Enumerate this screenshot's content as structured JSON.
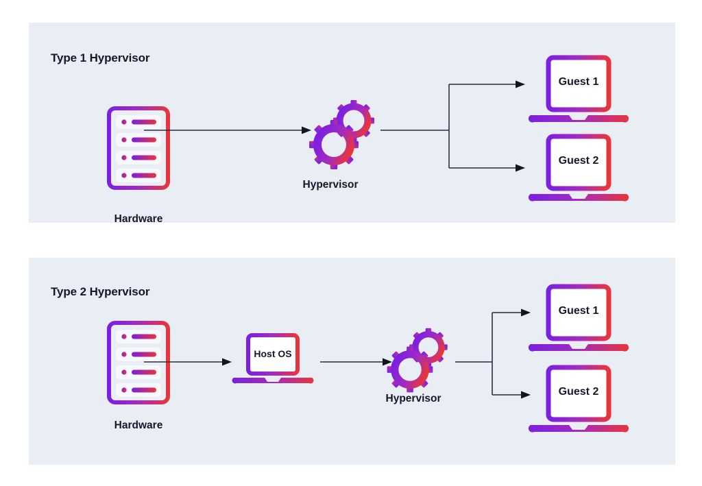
{
  "page": {
    "background": "#ffffff",
    "panel_background": "#e9edf4",
    "text_color": "#15172b",
    "connector_color": "#2b2d42",
    "gradient_start": "#7b1fe0",
    "gradient_mid": "#a32bbf",
    "gradient_end": "#e8353c"
  },
  "sections": [
    {
      "id": "type1",
      "title": "Type 1 Hypervisor",
      "nodes": {
        "hardware": {
          "icon": "server-icon",
          "label": "Hardware"
        },
        "hypervisor": {
          "icon": "gears-icon",
          "label": "Hypervisor"
        },
        "guests": [
          {
            "icon": "laptop-icon",
            "label": "Guest 1"
          },
          {
            "icon": "laptop-icon",
            "label": "Guest 2"
          }
        ]
      }
    },
    {
      "id": "type2",
      "title": "Type 2 Hypervisor",
      "nodes": {
        "hardware": {
          "icon": "server-icon",
          "label": "Hardware"
        },
        "host_os": {
          "icon": "laptop-icon",
          "label": "Host OS"
        },
        "hypervisor": {
          "icon": "gears-icon",
          "label": "Hypervisor"
        },
        "guests": [
          {
            "icon": "laptop-icon",
            "label": "Guest 1"
          },
          {
            "icon": "laptop-icon",
            "label": "Guest 2"
          }
        ]
      }
    }
  ]
}
